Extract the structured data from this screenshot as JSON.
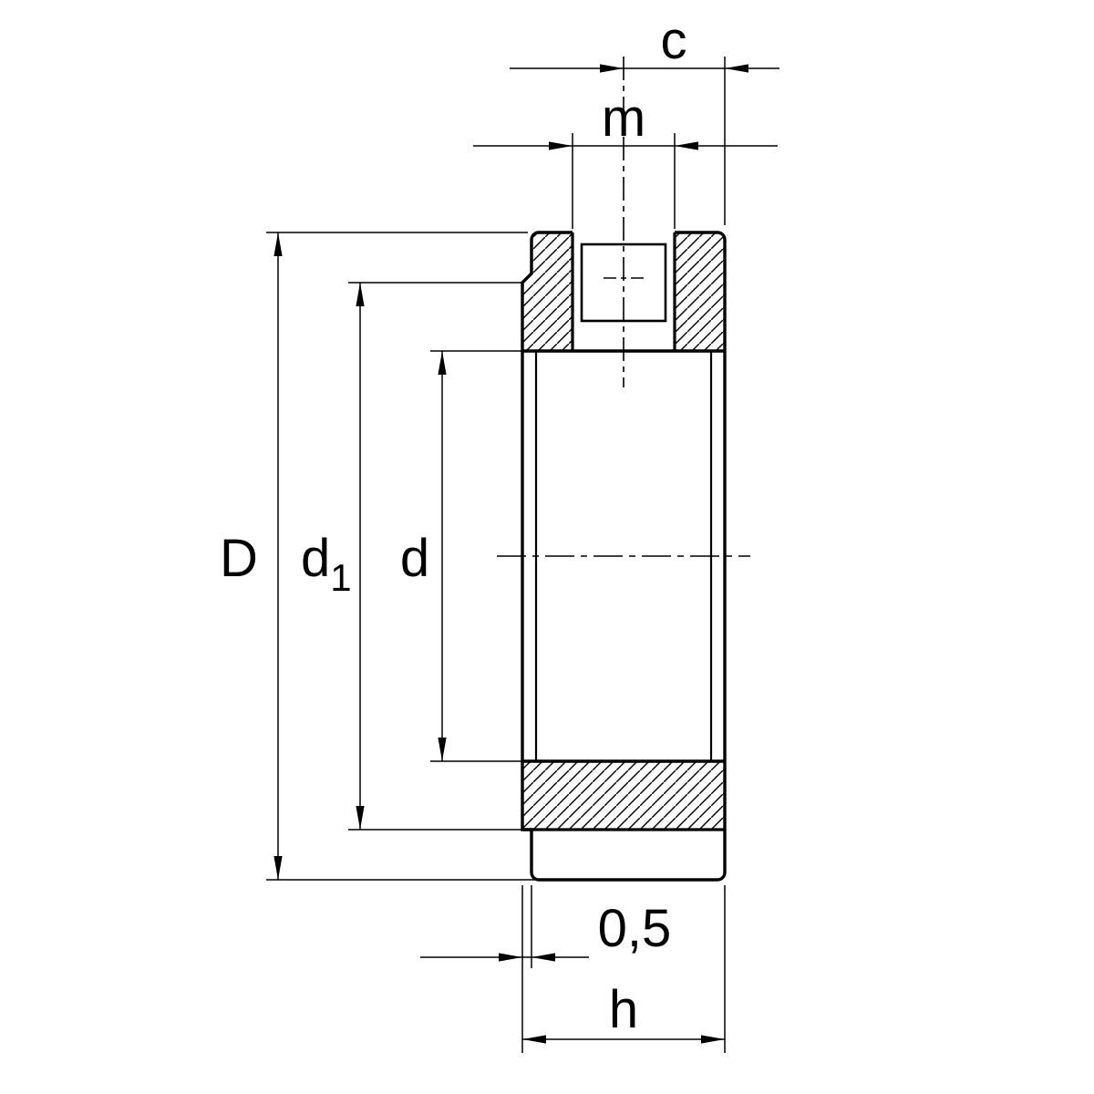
{
  "colors": {
    "line": "#000000",
    "background": "#ffffff"
  },
  "labels": {
    "dim_c": "c",
    "dim_m": "m",
    "dim_D": "D",
    "dim_d1_base": "d",
    "dim_d1_sub": "1",
    "dim_d": "d",
    "dim_chamfer": "0,5",
    "dim_h": "h"
  }
}
